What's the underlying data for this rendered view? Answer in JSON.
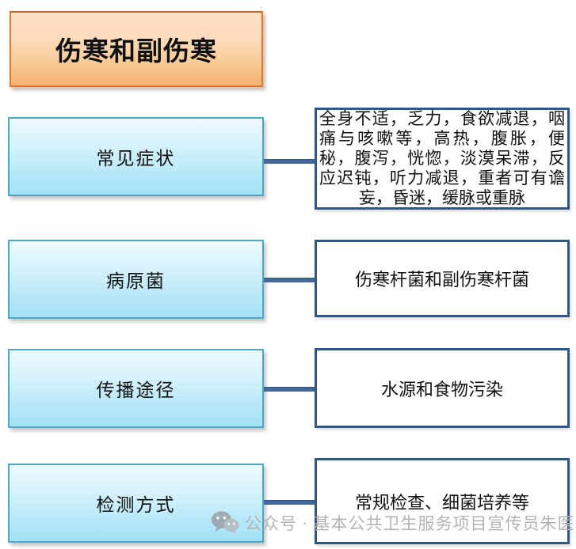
{
  "title": {
    "text": "伤寒和副伤寒"
  },
  "rows": [
    {
      "label": "常见症状",
      "detail": "全身不适，乏力，食欲减退，咽痛与咳嗽等，高热，腹胀，便秘，腹泻，恍惚，淡漠呆滞，反应迟钝，听力减退，重者可有谵妄，昏迷，缓脉或重脉"
    },
    {
      "label": "病原菌",
      "detail": "伤寒杆菌和副伤寒杆菌"
    },
    {
      "label": "传播途径",
      "detail": "水源和食物污染"
    },
    {
      "label": "检测方式",
      "detail": "常规检查、细菌培养等"
    }
  ],
  "watermark": {
    "icon": "wechat-icon",
    "text": "公众号 · 基本公共卫生服务项目宣传员朱医"
  },
  "colors": {
    "title_border": "#e2782a",
    "title_fill_top": "#fcdfc4",
    "title_fill_bottom": "#f3b272",
    "blue_border": "#49a7c8",
    "blue_fill_top": "#eefafe",
    "blue_fill_bottom": "#a5e1f6",
    "white_box_border": "#30568a",
    "connector": "#44689b",
    "watermark_gray": "#b3b3b3",
    "text": "#111111"
  }
}
